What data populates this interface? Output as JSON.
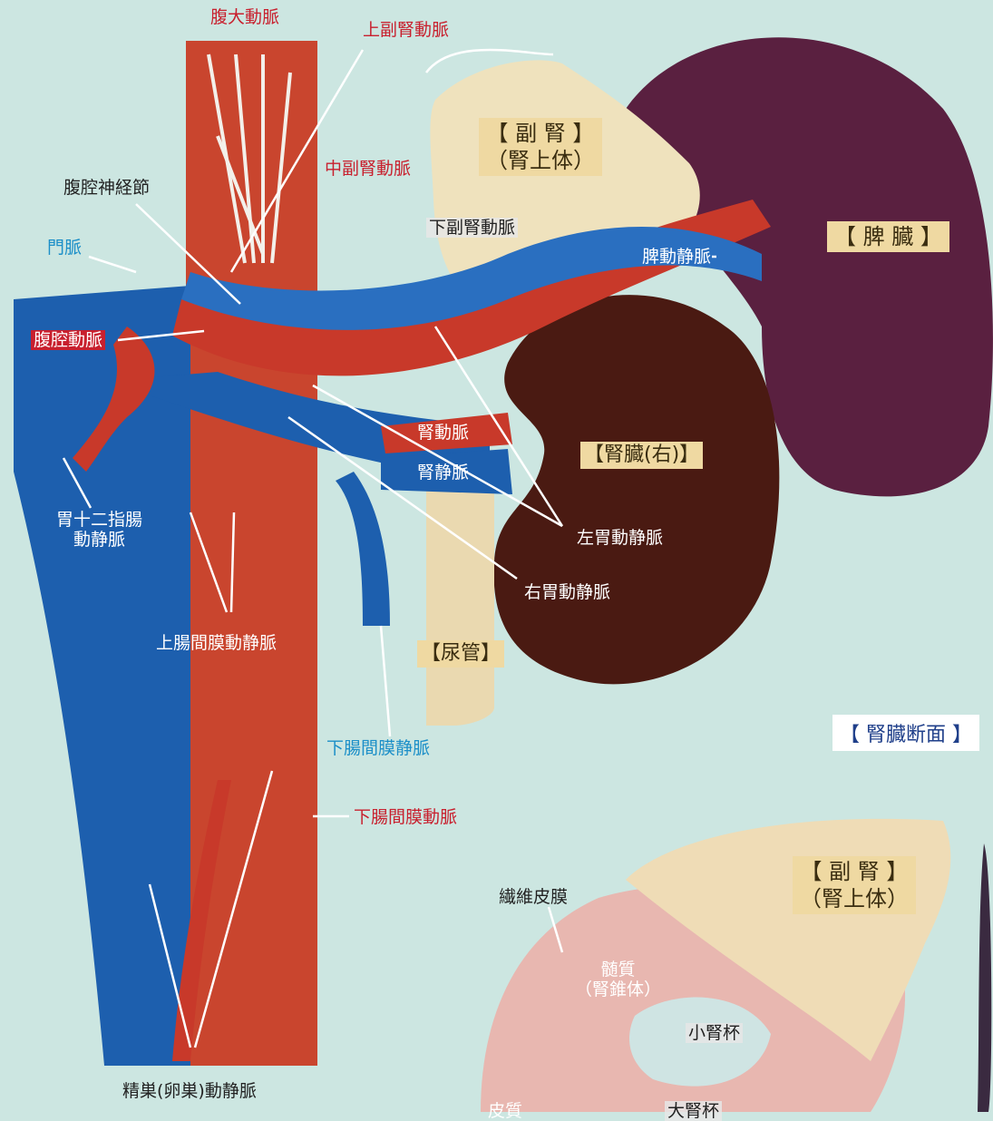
{
  "labels": {
    "abdominal_aorta": "腹大動脈",
    "superior_adrenal_artery": "上副腎動脈",
    "middle_adrenal_artery": "中副腎動脈",
    "inferior_adrenal_artery": "下副腎動脈",
    "celiac_ganglion": "腹腔神経節",
    "portal_vein": "門脈",
    "celiac_artery": "腹腔動脈",
    "splenic_vessels": "脾動静脈",
    "renal_artery": "腎動脈",
    "renal_vein": "腎静脈",
    "gastroduodenal_vessels": "胃十二指腸\n動静脈",
    "superior_mesenteric_vessels": "上腸間膜動静脈",
    "left_gastric_vessels": "左胃動静脈",
    "right_gastric_vessels": "右胃動静脈",
    "inferior_mesenteric_vein": "下腸間膜静脈",
    "inferior_mesenteric_artery": "下腸間膜動脈",
    "testicular_vessels": "精巣(卵巣)動静脈",
    "fibrous_capsule": "繊維皮膜",
    "medulla": "髄質\n（腎錐体）",
    "minor_calyx": "小腎杯",
    "major_calyx": "大腎杯",
    "cortex": "皮質"
  },
  "tags": {
    "adrenal_top": "【 副 腎 】\n（腎上体）",
    "spleen": "【 脾 臓 】",
    "kidney_right": "【腎臓(右)】",
    "ureter": "【尿管】",
    "kidney_section": "【 腎臓断面 】",
    "adrenal_bottom": "【 副 腎 】\n（腎上体）"
  },
  "colors": {
    "background": "#cce6e1",
    "artery": "#c8202e",
    "vein": "#1c8fc8",
    "tag": "#efd9a2"
  }
}
